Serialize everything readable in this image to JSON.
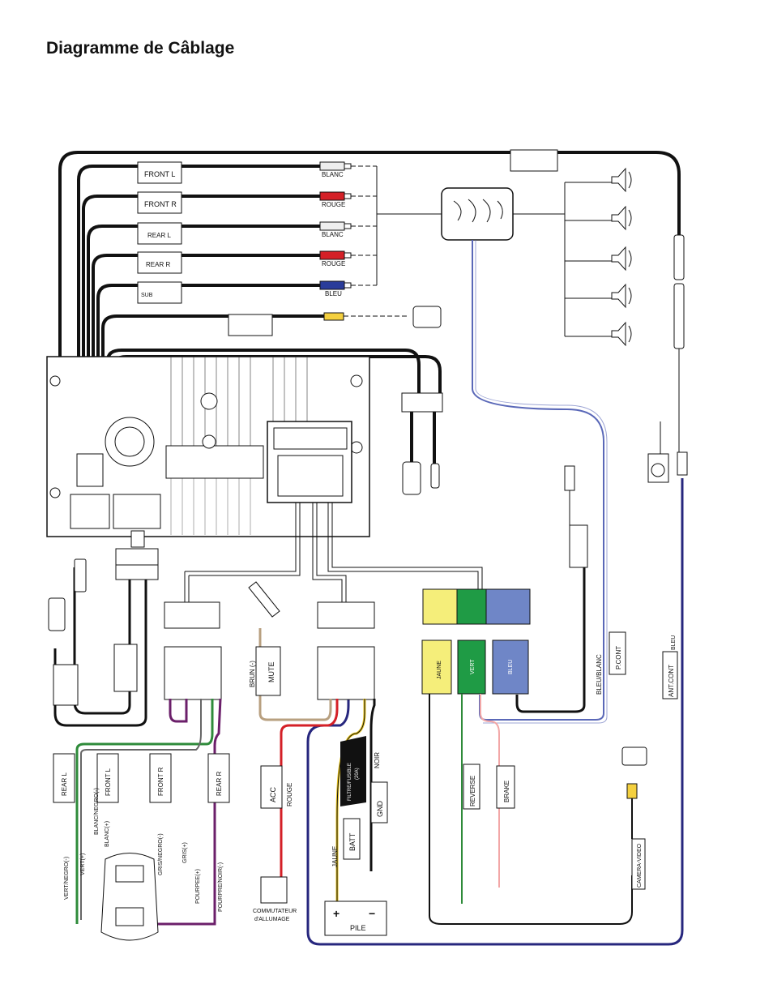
{
  "title": "Diagramme de Câblage",
  "outputs": {
    "front_l": "FRONT  L",
    "front_r": "FRONT  R",
    "rear_l": "REAR  L",
    "rear_r": "REAR  R",
    "sub": "SUB"
  },
  "rca_colors": {
    "blanc1": "BLANC",
    "rouge1": "ROUGE",
    "blanc2": "BLANC",
    "rouge2": "ROUGE",
    "bleu": "BLEU"
  },
  "speakers": {
    "rear_l": "REAR L",
    "front_l": "FRONT L",
    "front_r": "FRONT R",
    "rear_r": "REAR R",
    "w1": "VERT/NEGRO(-)",
    "w2": "VERT(+)",
    "w3": "BLANC/NEGRO(-)",
    "w4": "BLANC(+)",
    "w5": "GRIS/NEGRO(-)",
    "w6": "GRIS(+)",
    "w7": "POURPEE(+)",
    "w8": "POURPRE/NOIR(-)"
  },
  "power": {
    "mute": "MUTE",
    "brun": "BRUN (-)",
    "acc": "ACC",
    "rouge": "ROUGE",
    "fuse1": "FILTRE/FUSIBLE",
    "fuse2": "(20A)",
    "noir": "NOIR",
    "gnd": "GND",
    "jaune": "JAUNE",
    "batt": "BATT",
    "ignition1": "COMMUTATEUR",
    "ignition2": "d'ALLUMAGE",
    "pile": "PILE",
    "plus": "+",
    "minus": "−"
  },
  "connectors": {
    "jaune": "JAUNE",
    "vert": "VERT",
    "bleu": "BLEU",
    "reverse": "REVERSE",
    "brake": "BRAKE",
    "bleu_blanc": "BLEU/BLANC",
    "p_cont": "P.CONT",
    "bleu2": "BLEU",
    "ant_cont": "ANT.CONT",
    "camera": "CAMERA-VIDEO"
  },
  "colors": {
    "vert": "#2e8b3a",
    "vert_fill": "#1f9b45",
    "jaune_fill": "#f5ee7a",
    "bleu_fill": "#6f86c7",
    "navy": "#27277e",
    "rouge": "#d42027",
    "purple": "#6b1f6a",
    "brown": "#b8a080",
    "pink": "#f2a7a7"
  }
}
